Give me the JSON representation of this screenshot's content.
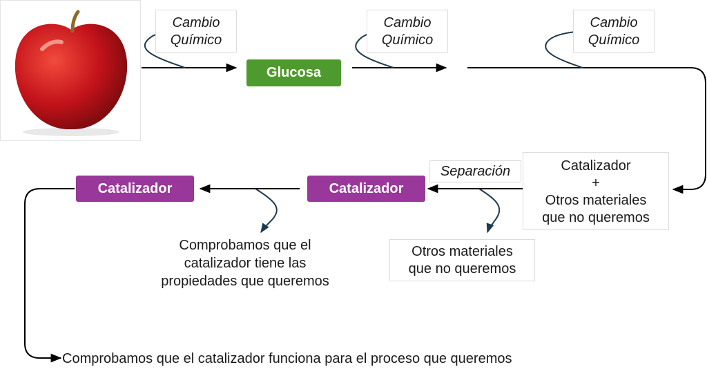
{
  "chem_change": {
    "line1": "Cambio",
    "line2": "Químico"
  },
  "product": {
    "glucose": "Glucosa"
  },
  "mixture": {
    "line1": "Catalizador",
    "line2": "+",
    "line3": "Otros materiales",
    "line4": "que no queremos"
  },
  "separation": {
    "label": "Separación"
  },
  "catalyst": {
    "label": "Catalizador"
  },
  "waste": {
    "line1": "Otros materiales",
    "line2": "que no queremos"
  },
  "check_properties": {
    "line1": "Comprobamos que el",
    "line2": "catalizador tiene las",
    "line3": "propiedades que queremos"
  },
  "final_check": {
    "label": "Comprobamos que el catalizador funciona para el proceso que queremos"
  },
  "colors": {
    "green": "#4f9a2e",
    "purple": "#99379a",
    "arrow": "#000000",
    "curve": "#1f3a4d"
  }
}
